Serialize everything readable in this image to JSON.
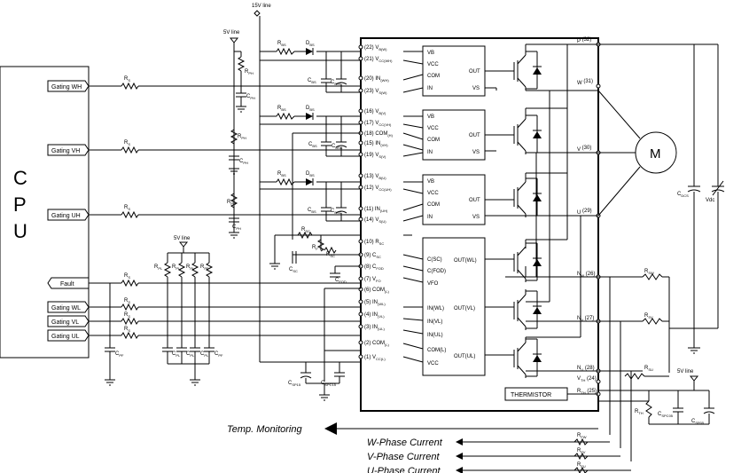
{
  "cpu": {
    "letters": [
      "C",
      "P",
      "U"
    ]
  },
  "inputs": {
    "gating_wh": "Gating WH",
    "gating_vh": "Gating VH",
    "gating_uh": "Gating UH",
    "fault": "Fault",
    "gating_wl": "Gating WL",
    "gating_vl": "Gating VL",
    "gating_ul": "Gating UL"
  },
  "rails": {
    "v15": "15V line",
    "v5a": "5V line",
    "v5b": "5V line",
    "v5c": "5V line"
  },
  "outputs": {
    "temp": "Temp. Monitoring",
    "w_current": "W-Phase Current",
    "v_current": "V-Phase Current",
    "u_current": "U-Phase Current"
  },
  "motor": "M",
  "thermistor": "THERMISTOR",
  "vdc": "Vdc",
  "hv_pins": [
    [
      "(22) V",
      "B(W)"
    ],
    [
      "(21) V",
      "CC(WH)"
    ],
    [
      "(20) IN",
      "(WH)"
    ],
    [
      "(23) V",
      "S(W)"
    ],
    [
      "(16) V",
      "B(V)"
    ],
    [
      "(17) V",
      "CC(VH)"
    ],
    [
      "(18) COM",
      "(H)"
    ],
    [
      "(15) IN",
      "(VH)"
    ],
    [
      "(19) V",
      "S(V)"
    ],
    [
      "(13) V",
      "B(U)"
    ],
    [
      "(12) V",
      "CC(UH)"
    ],
    [
      "(11) IN",
      "(UH)"
    ],
    [
      "(14) V",
      "S(U)"
    ]
  ],
  "lv_pins": [
    [
      "(10) R",
      "SC"
    ],
    [
      "(9) C",
      "SC"
    ],
    [
      "(8) C",
      "FOD"
    ],
    [
      "(7) V",
      "FO"
    ],
    [
      "(6) COM",
      "(L)"
    ],
    [
      "(5) IN",
      "(WL)"
    ],
    [
      "(4) IN",
      "(VL)"
    ],
    [
      "(3) IN",
      "(UL)"
    ],
    [
      "(2) COM",
      "(L)"
    ],
    [
      "(1) V",
      "CC(L)"
    ]
  ],
  "hv_blocks": [
    [
      "VB",
      "VCC",
      "COM",
      "IN",
      "OUT",
      "VS"
    ],
    [
      "VB",
      "VCC",
      "COM",
      "IN",
      "OUT",
      "VS"
    ],
    [
      "VB",
      "VCC",
      "COM",
      "IN",
      "OUT",
      "VS"
    ]
  ],
  "lv_block": {
    "left": [
      "C(SC)",
      "C(FOD)",
      "VFO",
      "IN(WL)",
      "IN(VL)",
      "IN(UL)",
      "COM(L)",
      "VCC"
    ],
    "right": [
      "OUT(WL)",
      "OUT(VL)",
      "OUT(UL)"
    ]
  },
  "out_pins": [
    [
      "P",
      "",
      " (32)"
    ],
    [
      "W",
      "",
      " (31)"
    ],
    [
      "V",
      "",
      " (30)"
    ],
    [
      "U",
      "",
      " (29)"
    ],
    [
      "N",
      "W",
      " (26)"
    ],
    [
      "N",
      "V",
      " (27)"
    ],
    [
      "N",
      "U",
      " (28)"
    ],
    [
      "V",
      "TH",
      " (24)"
    ],
    [
      "R",
      "TH",
      " (25)"
    ]
  ],
  "components": {
    "rs": "R",
    "rs_sub": "S",
    "rbs": "R",
    "rbs_sub": "BS",
    "dbs": "D",
    "dbs_sub": "BS",
    "cbs": "C",
    "cbs_sub": "BS",
    "cbsc": "C",
    "cbsc_sub": "BSC",
    "rph": "R",
    "rph_sub": "PH",
    "cph": "C",
    "cph_sub": "PH",
    "rpl": "R",
    "rpl_sub": "PL",
    "cpl": "C",
    "cpl_sub": "PL",
    "rpf": "R",
    "rpf_sub": "PF",
    "cpf": "C",
    "cpf_sub": "PF",
    "rf": "R",
    "rf_sub": "F",
    "rsc": "R",
    "rsc_sub": "SC",
    "csc": "C",
    "csc_sub": "SC",
    "cfod": "C",
    "cfod_sub": "FOD",
    "csps": "C",
    "csps_sub": "SPS",
    "cspc15": "C",
    "cspc15_sub": "SPC15",
    "csp15": "C",
    "csp15_sub": "SP15",
    "cdcs": "C",
    "cdcs_sub": "DCS",
    "rsw": "R",
    "rsw_sub": "SW",
    "rsv": "R",
    "rsv_sub": "SV",
    "rsu": "R",
    "rsu_sub": "SU",
    "rth": "R",
    "rth_sub": "TH",
    "csp05": "C",
    "csp05_sub": "SP05",
    "cspc05": "C",
    "cspc05_sub": "SPC05",
    "rfw": "R",
    "rfw_sub": "FW",
    "rfv": "R",
    "rfv_sub": "FV",
    "rfu": "R",
    "rfu_sub": "FU"
  }
}
